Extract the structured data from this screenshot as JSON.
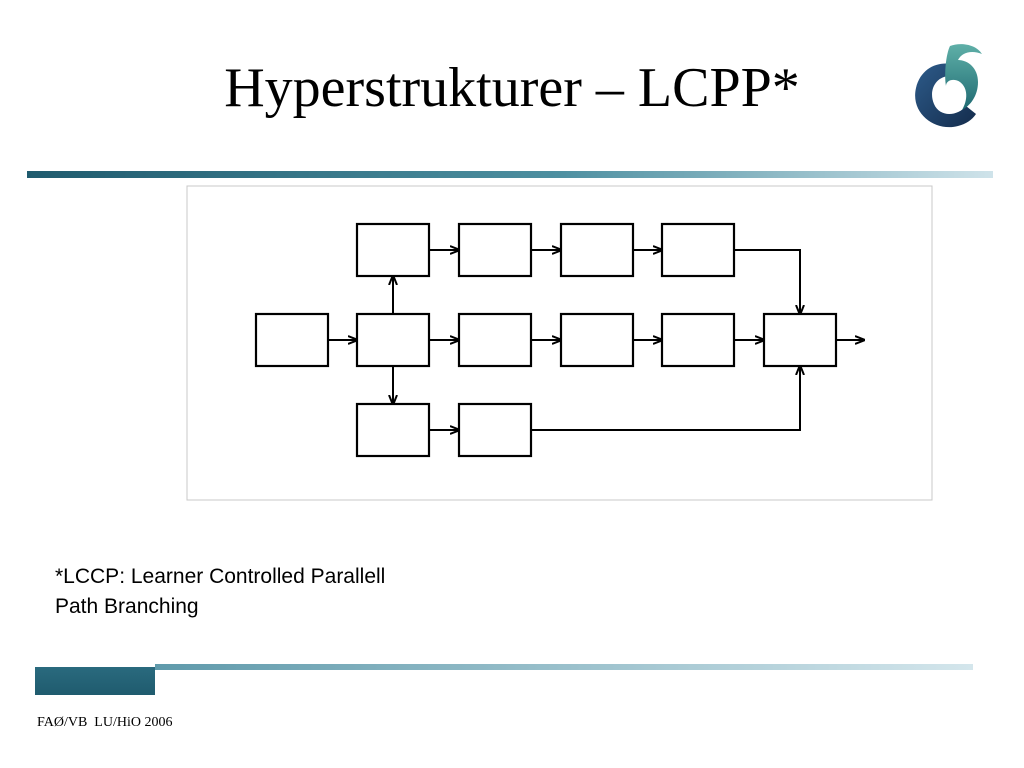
{
  "slide": {
    "title": "Hyperstrukturer – LCPP*",
    "footnote_line1": "*LCCP: Learner Controlled Parallell",
    "footnote_line2": "Path Branching",
    "footer": "FAØ/VB  LU/HiO 2006"
  },
  "logo": {
    "icon": "hio-logo-icon"
  },
  "colors": {
    "rule_dark": "#1f5b6e",
    "rule_light": "#cfe3ea",
    "logo_blue": "#1e3f6a",
    "logo_teal": "#3a8c8c"
  },
  "diagram": {
    "nodes": [
      {
        "id": "top-1"
      },
      {
        "id": "top-2"
      },
      {
        "id": "top-3"
      },
      {
        "id": "top-4"
      },
      {
        "id": "start"
      },
      {
        "id": "branch"
      },
      {
        "id": "mid-1"
      },
      {
        "id": "mid-2"
      },
      {
        "id": "mid-3"
      },
      {
        "id": "merge"
      },
      {
        "id": "bottom-1"
      },
      {
        "id": "bottom-2"
      }
    ],
    "edges": [
      {
        "from": "start",
        "to": "branch"
      },
      {
        "from": "branch",
        "to": "top-1"
      },
      {
        "from": "branch",
        "to": "mid-1"
      },
      {
        "from": "branch",
        "to": "bottom-1"
      },
      {
        "from": "top-1",
        "to": "top-2"
      },
      {
        "from": "top-2",
        "to": "top-3"
      },
      {
        "from": "top-3",
        "to": "top-4"
      },
      {
        "from": "top-4",
        "to": "merge"
      },
      {
        "from": "mid-1",
        "to": "mid-2"
      },
      {
        "from": "mid-2",
        "to": "mid-3"
      },
      {
        "from": "mid-3",
        "to": "merge"
      },
      {
        "from": "bottom-1",
        "to": "bottom-2"
      },
      {
        "from": "bottom-2",
        "to": "merge"
      },
      {
        "from": "merge",
        "to": "output"
      }
    ]
  }
}
